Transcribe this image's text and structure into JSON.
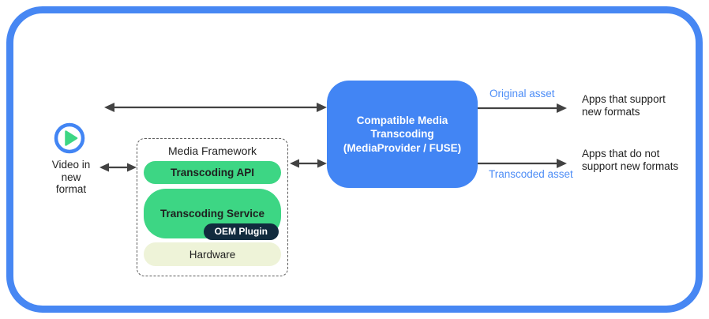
{
  "diagram": {
    "source": {
      "icon": "play-icon",
      "label": "Video in\nnew\nformat"
    },
    "media_framework": {
      "title": "Media Framework",
      "transcoding_api": "Transcoding API",
      "transcoding_service": "Transcoding Service",
      "oem_plugin": "OEM Plugin",
      "hardware": "Hardware"
    },
    "transcoder": {
      "label": "Compatible Media\nTranscoding\n(MediaProvider / FUSE)"
    },
    "flows": {
      "original_label": "Original asset",
      "original_target": "Apps that support\nnew formats",
      "transcoded_label": "Transcoded asset",
      "transcoded_target": "Apps that do not\nsupport new formats"
    },
    "colors": {
      "frame_blue": "#4787f3",
      "box_blue": "#4285f4",
      "label_blue": "#4d8df6",
      "green": "#3dd684",
      "navy": "#112b3e",
      "cream": "#eef3d8",
      "arrow_gray": "#424242"
    }
  }
}
